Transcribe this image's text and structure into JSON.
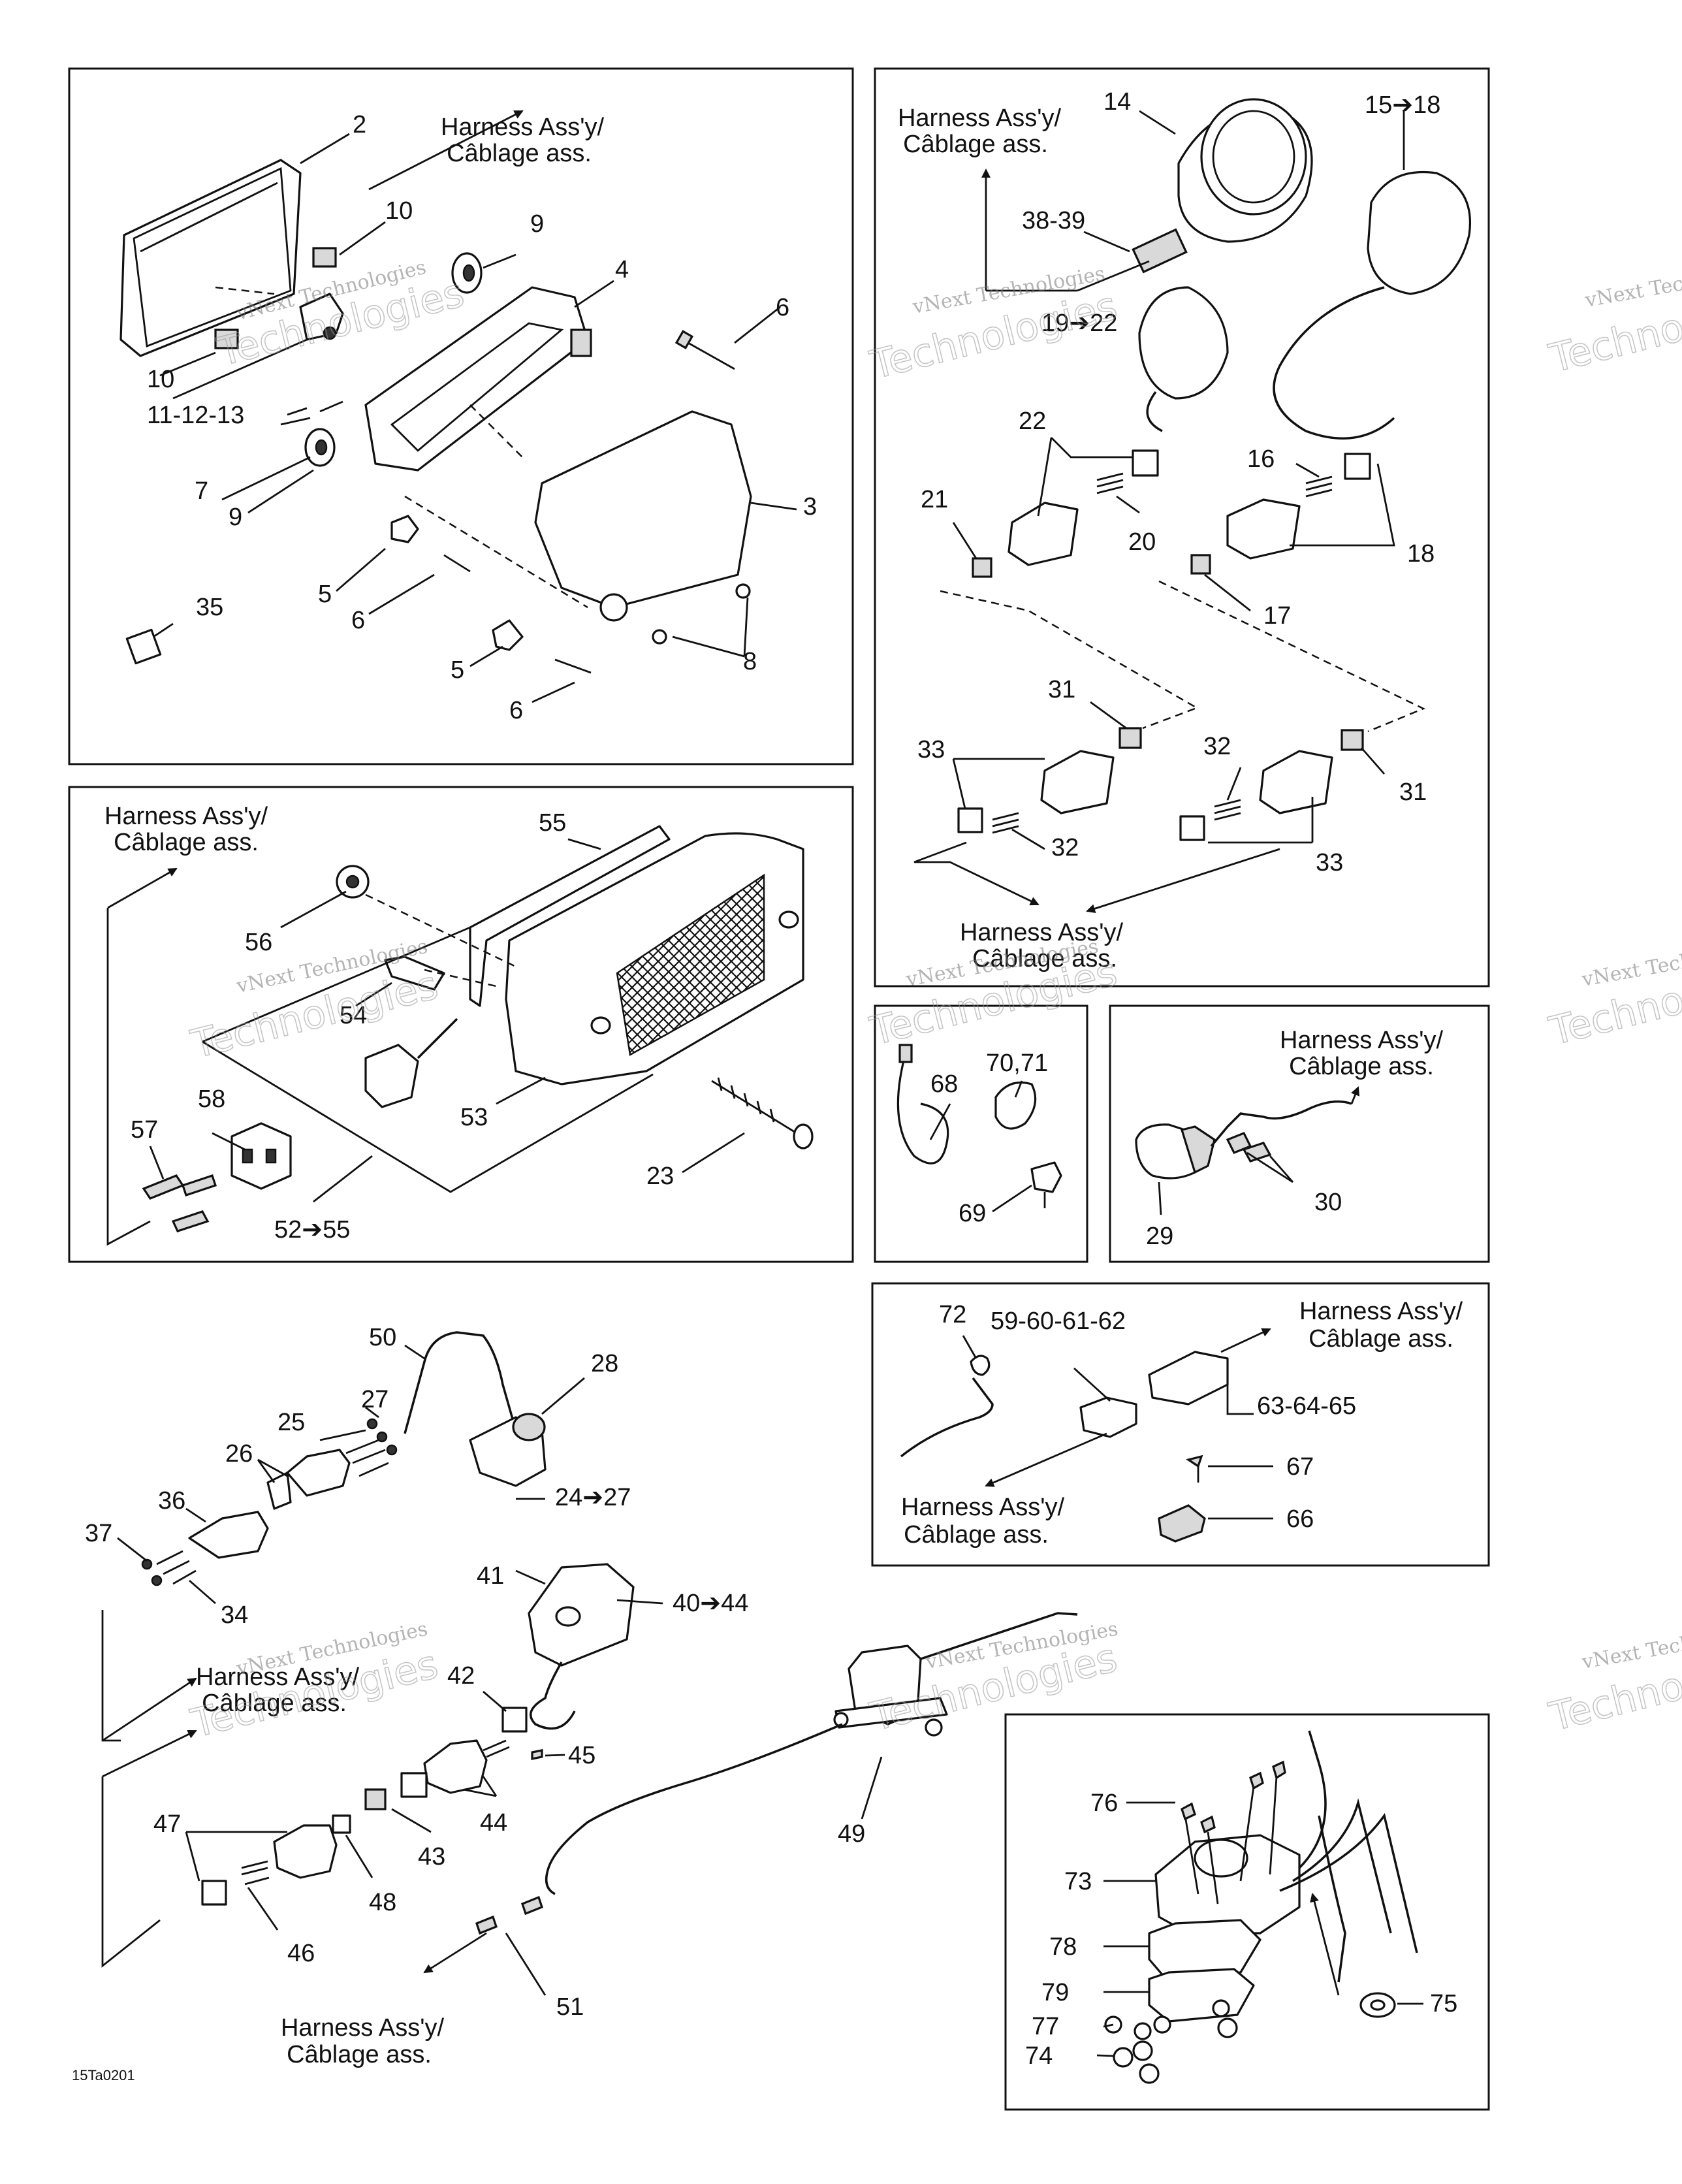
{
  "harness_label_line1": "Harness Ass'y/",
  "harness_label_line2": "Câblage ass.",
  "figure_code": "15Ta0201",
  "watermark_small": "vNext Technologies",
  "watermark_large": "Technologies",
  "watermark_vnext": "vNext",
  "callouts": {
    "c2": "2",
    "c3": "3",
    "c4": "4",
    "c5a": "5",
    "c5b": "5",
    "c6a": "6",
    "c6b": "6",
    "c6c": "6",
    "c7": "7",
    "c8": "8",
    "c9a": "9",
    "c9b": "9",
    "c10a": "10",
    "c10b": "10",
    "c11_13": "11-12-13",
    "c35": "35",
    "c14": "14",
    "c15_18": "15➔18",
    "c38_39": "38-39",
    "c19_22": "19➔22",
    "c22": "22",
    "c21": "21",
    "c20": "20",
    "c16": "16",
    "c18": "18",
    "c17": "17",
    "c31a": "31",
    "c31b": "31",
    "c33a": "33",
    "c33b": "33",
    "c32a": "32",
    "c32b": "32",
    "c55": "55",
    "c56": "56",
    "c54": "54",
    "c53": "53",
    "c58": "58",
    "c57": "57",
    "c23": "23",
    "c52_55": "52➔55",
    "c68": "68",
    "c70_71": "70,71",
    "c69": "69",
    "c29": "29",
    "c30": "30",
    "c72": "72",
    "c59_62": "59-60-61-62",
    "c63_65": "63-64-65",
    "c67": "67",
    "c66": "66",
    "c50": "50",
    "c28": "28",
    "c27": "27",
    "c25": "25",
    "c26": "26",
    "c24_27": "24➔27",
    "c36": "36",
    "c37": "37",
    "c34": "34",
    "c41": "41",
    "c40_44": "40➔44",
    "c42": "42",
    "c45": "45",
    "c44": "44",
    "c43": "43",
    "c47": "47",
    "c48": "48",
    "c46": "46",
    "c49": "49",
    "c51": "51",
    "c76": "76",
    "c73": "73",
    "c78": "78",
    "c79": "79",
    "c77": "77",
    "c74": "74",
    "c75": "75"
  }
}
